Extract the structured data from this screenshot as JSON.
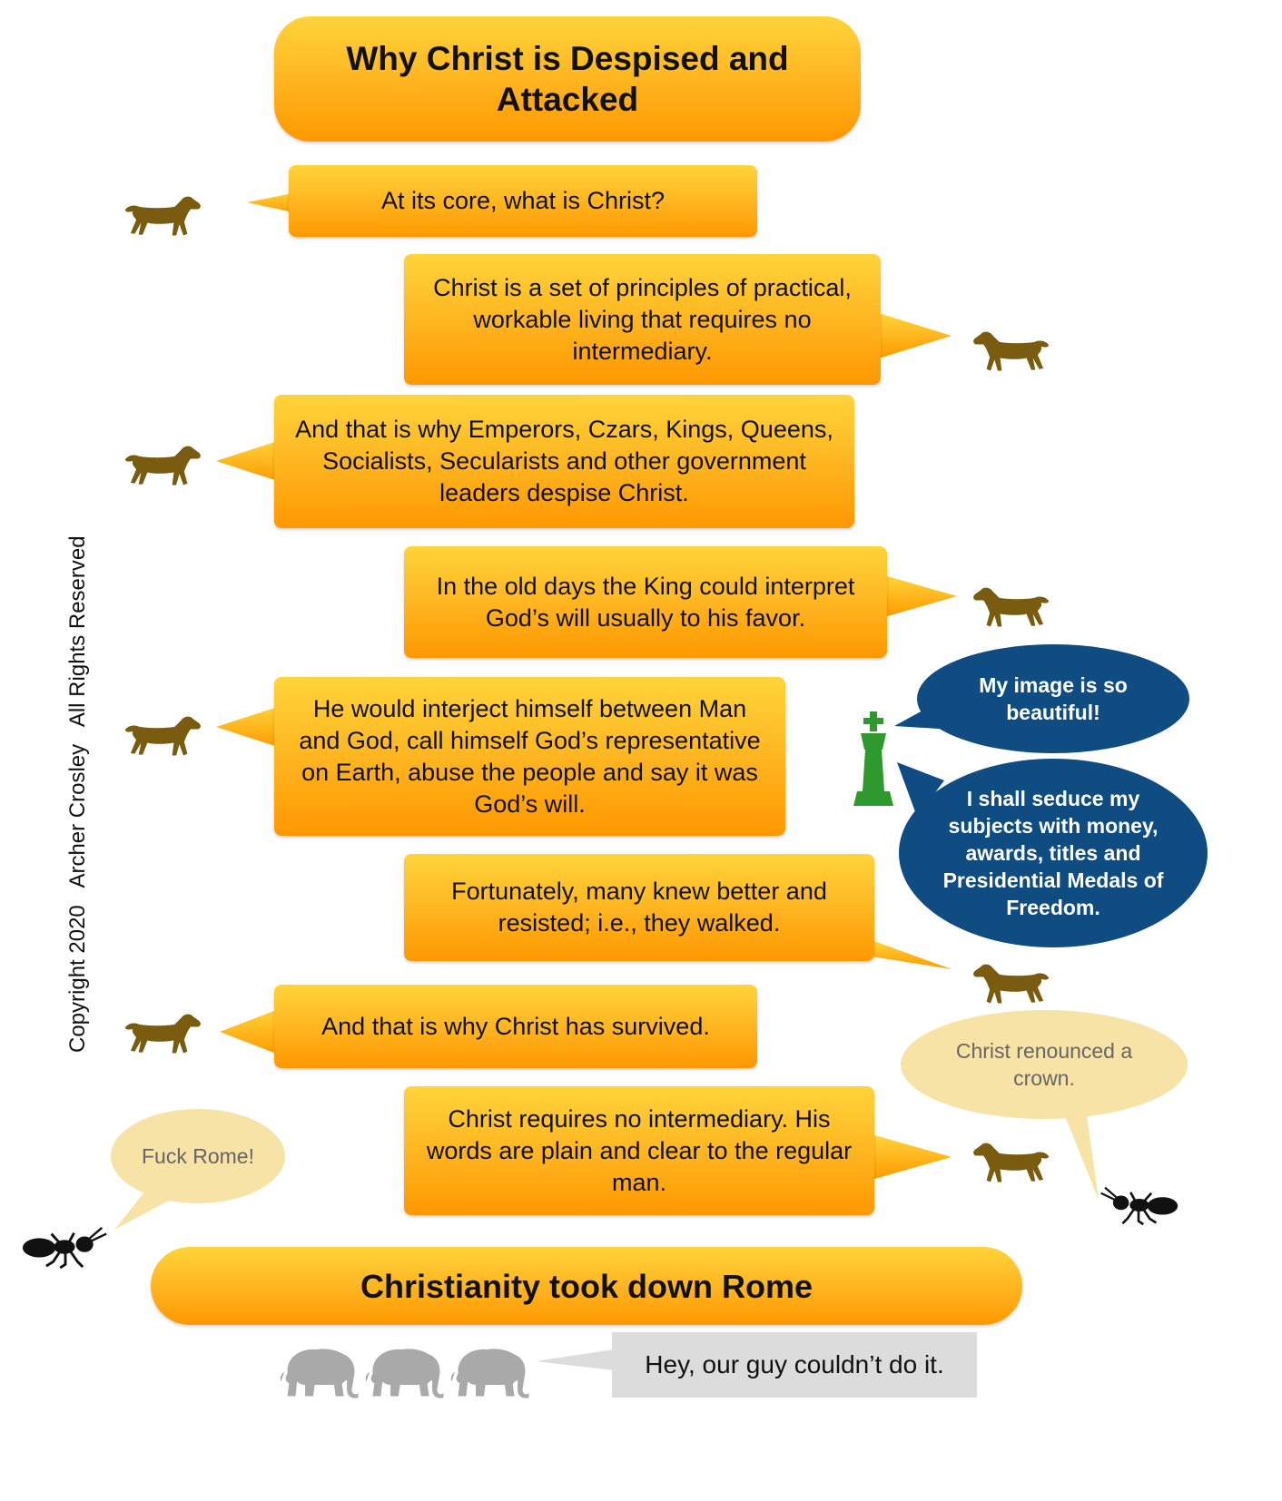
{
  "title": "Why Christ is Despised and Attacked",
  "dialog": [
    "At its core, what is Christ?",
    "Christ is a set of principles of practical, workable living that requires no intermediary.",
    "And that is why Emperors, Czars, Kings, Queens, Socialists, Secularists and other government leaders despise Christ.",
    "In the old days the King could interpret God’s will usually to his favor.",
    "He would interject himself between Man and God, call himself God’s representative on Earth, abuse the people and say it was God’s will.",
    "Fortunately, many knew better and resisted; i.e., they walked.",
    "And that is why Christ has survived.",
    "Christ requires no intermediary.  His words are plain and clear to the regular man."
  ],
  "king_bubbles": [
    "My image is so beautiful!",
    "I shall seduce my subjects with money, awards, titles and Presidential Medals of Freedom."
  ],
  "ant_bubbles": [
    "Christ renounced a crown.",
    "Fuck Rome!"
  ],
  "banner": "Christianity took down Rome",
  "elephant_quote": "Hey, our guy couldn’t do it.",
  "copyright": "Copyright 2020   Archer Crosley   All Rights Reserved",
  "colors": {
    "box_top": "#ffd43a",
    "box_bottom": "#ff9800",
    "dog": "#7a5c10",
    "king_piece": "#2e9a2e",
    "blue_bubble": "#0f4c81",
    "cream_bubble": "#f8e3a6",
    "elephant": "#a9a9a9",
    "ant": "#111111"
  },
  "icons": [
    "dog-icon",
    "king-chess-piece-icon",
    "ant-icon",
    "elephant-icon"
  ]
}
